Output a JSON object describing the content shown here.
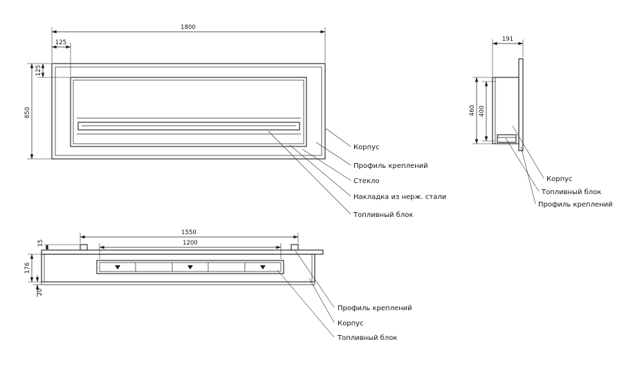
{
  "colors": {
    "line": "#1a1a1a",
    "background": "#ffffff"
  },
  "front_view": {
    "dims": {
      "width": "1800",
      "inset_horizontal": "125",
      "inset_vertical": "125",
      "height": "650"
    },
    "labels": {
      "body": "Корпус",
      "mounting_profile": "Профиль креплений",
      "glass": "Стекло",
      "trim": "Накладка из нерж. стали",
      "fuel_block": "Топливный блок"
    }
  },
  "side_view": {
    "dims": {
      "depth": "191",
      "height_outer": "460",
      "height_inner": "400"
    },
    "labels": {
      "body": "Корпус",
      "fuel_block": "Топливный блок",
      "mounting_profile": "Профиль креплений"
    }
  },
  "bottom_view": {
    "dims": {
      "length_outer": "1550",
      "length_fuel": "1200",
      "profile_height": "15",
      "depth": "176",
      "lip": "20"
    },
    "labels": {
      "mounting_profile": "Профиль креплений",
      "body": "Корпус",
      "fuel_block": "Топливный блок"
    }
  }
}
